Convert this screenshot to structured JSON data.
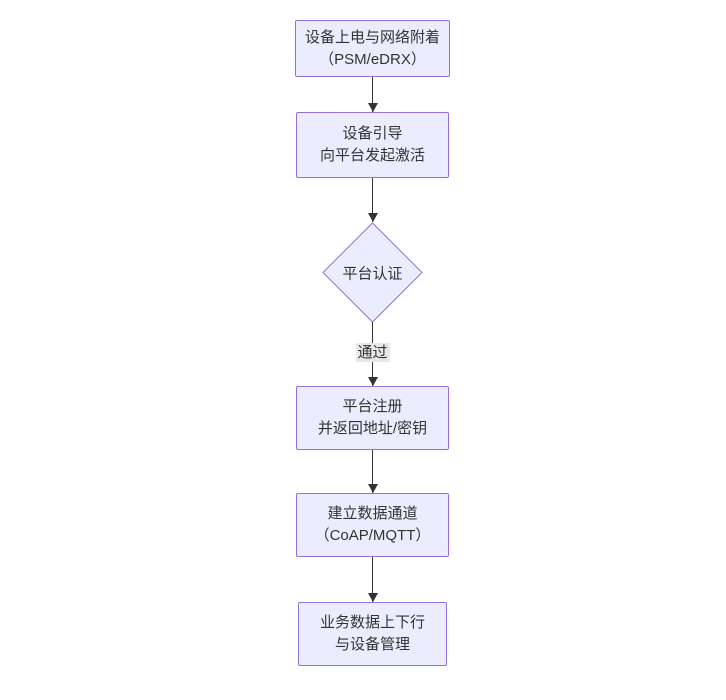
{
  "theme": {
    "canvas_bg": "#ffffff",
    "node_fill": "#ECECFF",
    "node_border": "#9370DB",
    "line_color": "#333333",
    "text_color": "#333333",
    "edge_label_bg": "#e8e8e8"
  },
  "flowchart": {
    "nodes": [
      {
        "id": "power-attach",
        "shape": "rect",
        "lines": [
          "设备上电与网络附着",
          "（PSM/eDRX）"
        ]
      },
      {
        "id": "bootstrap",
        "shape": "rect",
        "lines": [
          "设备引导",
          "向平台发起激活"
        ]
      },
      {
        "id": "auth",
        "shape": "diamond",
        "lines": [
          "平台认证"
        ]
      },
      {
        "id": "register",
        "shape": "rect",
        "lines": [
          "平台注册",
          "并返回地址/密钥"
        ]
      },
      {
        "id": "channel",
        "shape": "rect",
        "lines": [
          "建立数据通道",
          "（CoAP/MQTT）"
        ]
      },
      {
        "id": "business",
        "shape": "rect",
        "lines": [
          "业务数据上下行",
          "与设备管理"
        ]
      }
    ],
    "edges": [
      {
        "from": "power-attach",
        "to": "bootstrap",
        "label": ""
      },
      {
        "from": "bootstrap",
        "to": "auth",
        "label": ""
      },
      {
        "from": "auth",
        "to": "register",
        "label": "通过"
      },
      {
        "from": "register",
        "to": "channel",
        "label": ""
      },
      {
        "from": "channel",
        "to": "business",
        "label": ""
      }
    ]
  }
}
